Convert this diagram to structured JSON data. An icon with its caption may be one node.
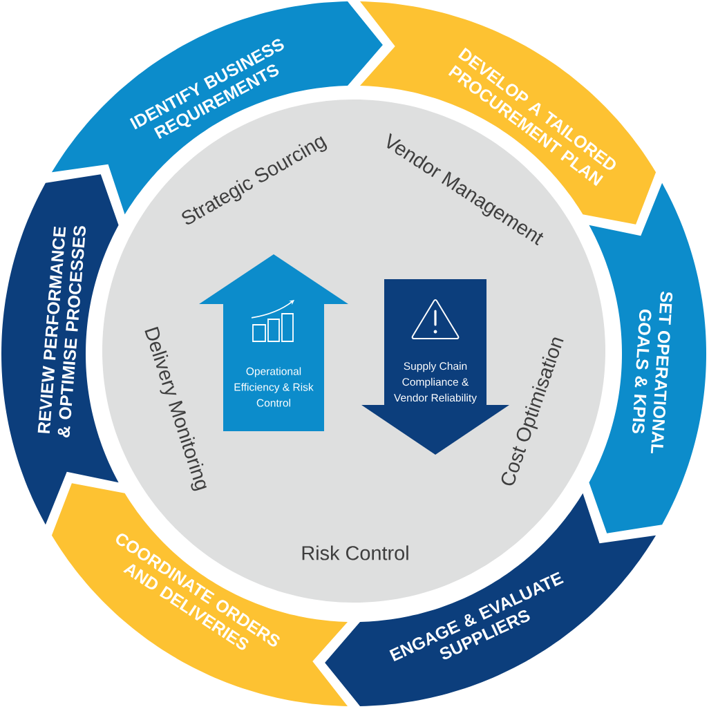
{
  "diagram": {
    "nodes": [
      {
        "text": [
          "IDENTIFY BUSINESS REQUIREMENTS"
        ]
      },
      {
        "text": [
          "DEVELOP A TAILORED PROCUREMENT PLAN"
        ]
      },
      {
        "text": [
          "SET OPERATIONAL GOALS & KPIS"
        ]
      },
      {
        "text": [
          "ENGAGE & EVALUATE SUPPLIERS"
        ]
      },
      {
        "text": [
          "COORDINATE ORDERS AND DELIVERIES"
        ]
      },
      {
        "text": [
          "REVIEW PERFORMANCE & OPTIMISE PROCESSES"
        ]
      },
      {
        "text": [
          "Strategic Sourcing",
          "Vendor Management",
          "Cost Optimisation",
          "Risk Control",
          "Delivery Monitoring"
        ]
      },
      {
        "text": [
          "Operational Efficiency & Risk Control"
        ],
        "in": 6
      },
      {
        "text": [
          "Supply Chain Compliance & Vendor Reliability"
        ],
        "in": 6
      }
    ]
  }
}
